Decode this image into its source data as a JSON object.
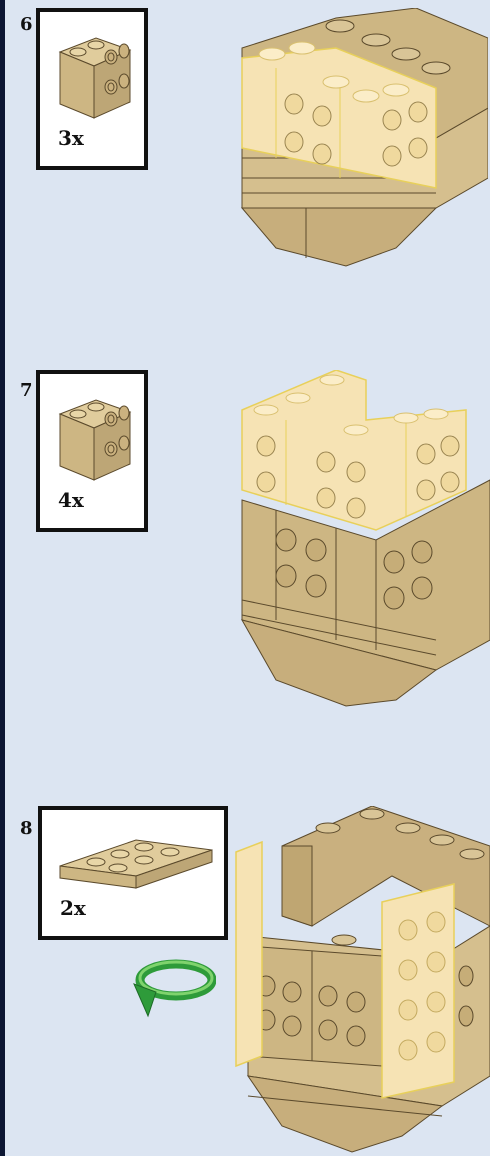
{
  "steps": [
    {
      "number": "6",
      "quantity": "3x",
      "part": "brick-2x2-modified-studs-on-side"
    },
    {
      "number": "7",
      "quantity": "4x",
      "part": "brick-2x2-modified-studs-on-side"
    },
    {
      "number": "8",
      "quantity": "2x",
      "part": "plate-2x4",
      "rotate_icon": "rotate-model-arrow-icon"
    }
  ],
  "colors": {
    "background": "#dce5f2",
    "tan": "#d5bf8e",
    "tan_dark": "#b9a170",
    "tan_light_highlight": "#f6e3b4",
    "outline": "#5b4a2c",
    "frame": "#111111",
    "rotate_arrow": "#2e9b3a"
  }
}
